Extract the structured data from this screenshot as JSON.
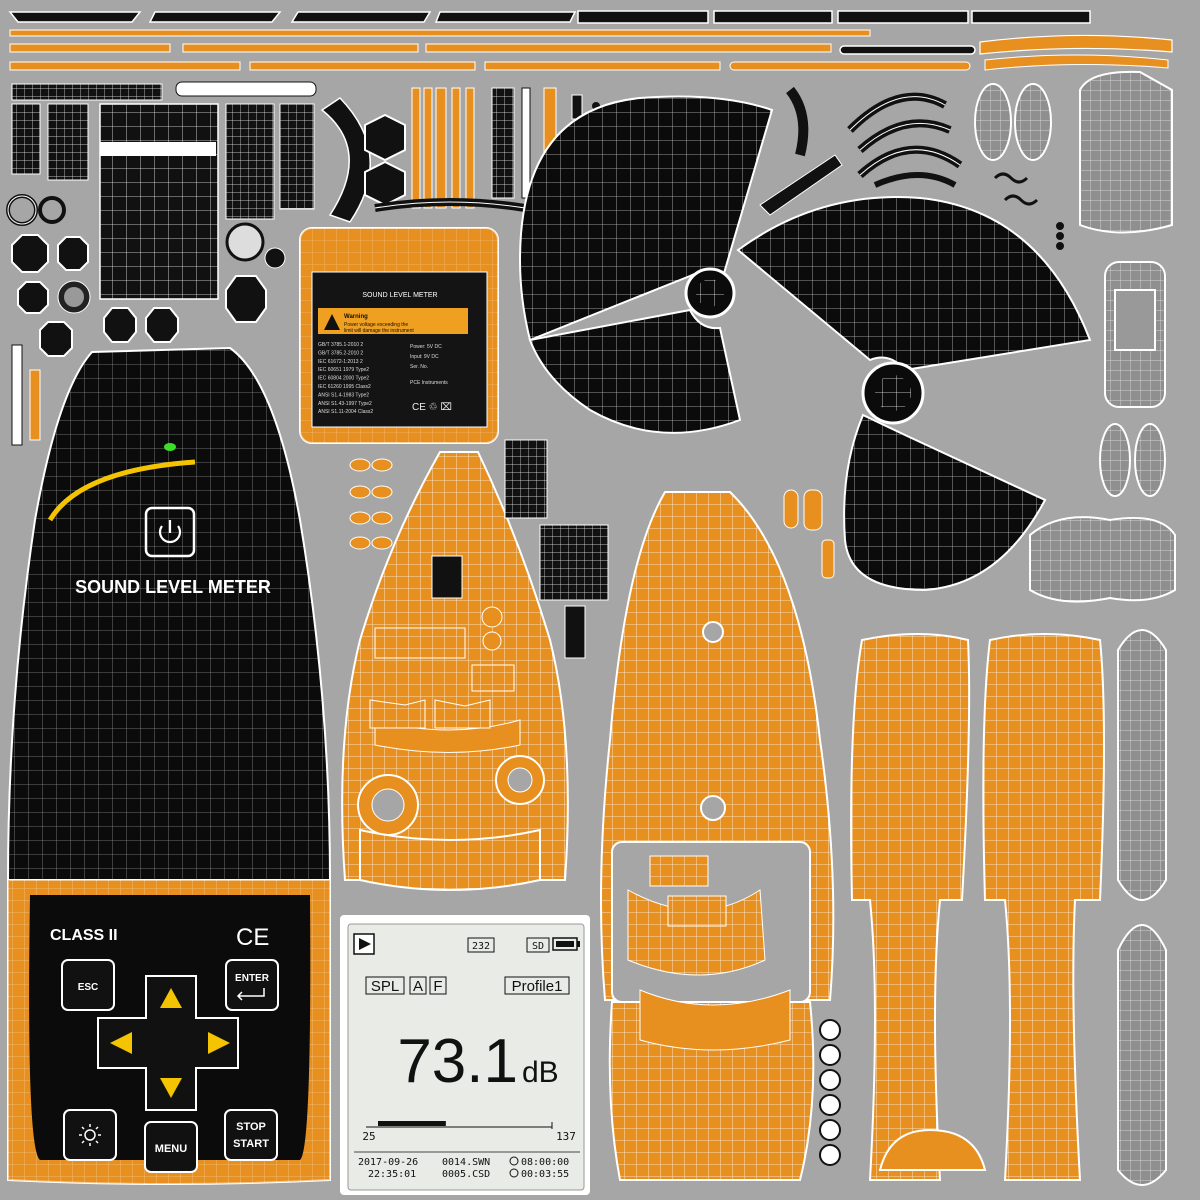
{
  "colors": {
    "background": "#a6a6a6",
    "orange": "#e8901f",
    "black": "#111111",
    "wire": "#f2f2f2",
    "lcd": "#e9ebe6",
    "led": "#3ddc2b",
    "arrow": "#f5c400"
  },
  "device_front": {
    "power_icon": "power-icon",
    "brand_label": "SOUND LEVEL METER",
    "class_label": "CLASS II",
    "ce_mark": "CE",
    "keys": {
      "esc": "ESC",
      "enter": "ENTER",
      "menu": "MENU",
      "stop": "STOP",
      "start": "START",
      "backlight_icon": "sun-icon",
      "up_icon": "arrow-up-icon",
      "down_icon": "arrow-down-icon",
      "left_icon": "arrow-left-icon",
      "right_icon": "arrow-right-icon"
    }
  },
  "lcd": {
    "play_icon": "play-icon",
    "port": "232",
    "card": "SD",
    "battery_icon": "battery-icon",
    "mode": "SPL",
    "weighting": "A",
    "time_weighting": "F",
    "profile": "Profile1",
    "reading": "73.1",
    "unit": "dB",
    "bar_min": "25",
    "bar_max": "137",
    "bar_level": 0.39,
    "date": "2017-09-26",
    "time": "22:35:01",
    "file1": "0014.SWN",
    "file2": "0005.CSD",
    "timer1": "08:00:00",
    "timer2": "00:03:55"
  },
  "back_label": {
    "header": "SOUND LEVEL METER",
    "warning_title": "Warning",
    "warning_text_1": "Power voltage exceeding the",
    "warning_text_2": "limit will damage the instrument",
    "std_lines": [
      "GB/T 3785.1-2010 2",
      "GB/T 3785.2-2010 2",
      "IEC 61672-1:2013 2",
      "IEC 60651 1979 Type2",
      "IEC 60804 2000 Type2",
      "IEC 61260 1995 Class2",
      "ANSI S1.4-1983 Type2",
      "ANSI S1.43-1997 Type2",
      "ANSI S1.11-2004 Class2"
    ],
    "right_lines": [
      "Power: 5V DC",
      "Input: 9V DC",
      "Ser. No."
    ],
    "maker": "PCE Instruments",
    "marks": "CE ♲ ⌧"
  }
}
